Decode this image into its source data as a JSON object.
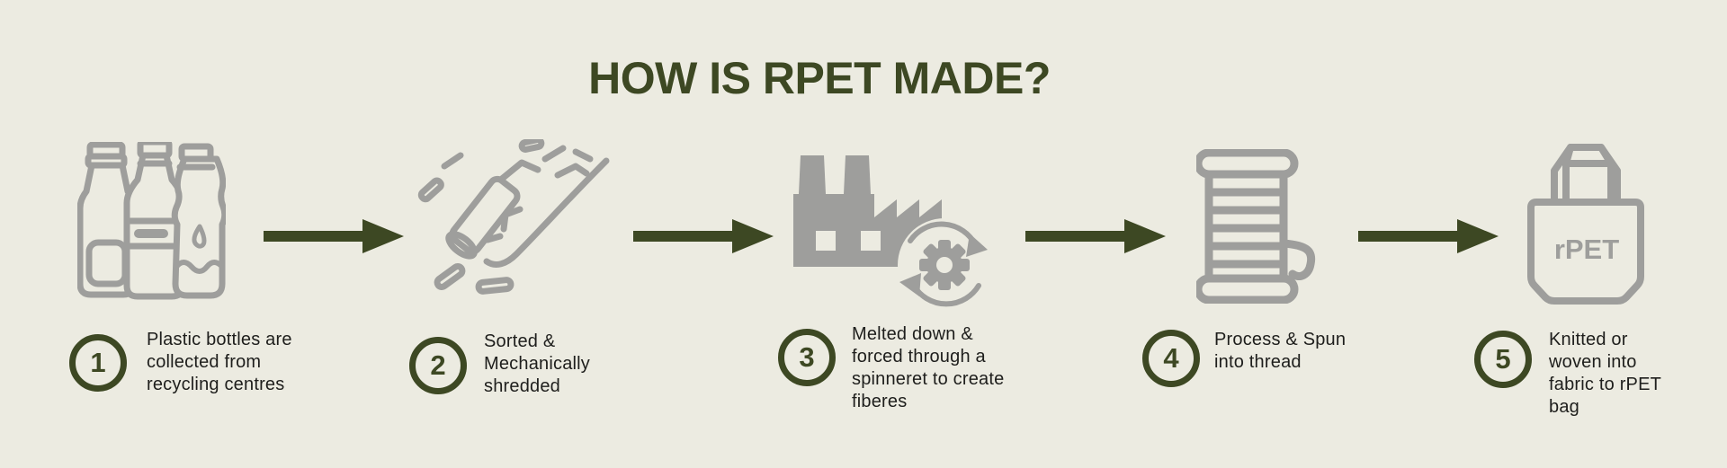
{
  "title": "HOW IS RPET MADE?",
  "bag_label": "rPET",
  "colors": {
    "background": "#ECEBE1",
    "accent_dark_olive": "#3D4823",
    "icon_gray": "#9E9E9C",
    "text": "#1E1E1C"
  },
  "steps": [
    {
      "number": "1",
      "icon": "plastic-bottles-icon",
      "text": "Plastic bottles are\ncollected from\nrecycling centres"
    },
    {
      "number": "2",
      "icon": "shredded-plastic-icon",
      "text": "Sorted &\nMechanically\nshredded"
    },
    {
      "number": "3",
      "icon": "factory-recycling-icon",
      "text": "Melted down &\nforced through a\nspinneret to create\nfiberes"
    },
    {
      "number": "4",
      "icon": "thread-spool-icon",
      "text": "Process & Spun\ninto thread"
    },
    {
      "number": "5",
      "icon": "rpet-bag-icon",
      "text": "Knitted or\nwoven into\nfabric to rPET\nbag"
    }
  ]
}
